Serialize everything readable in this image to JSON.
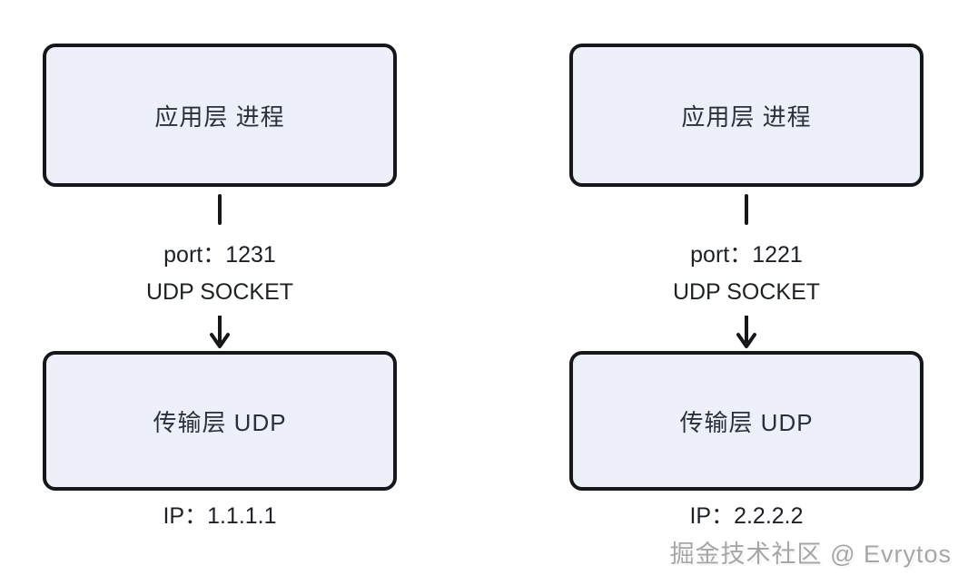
{
  "diagram": {
    "title_hint": "UDP socket communication between two hosts",
    "columns": [
      {
        "id": "host-1",
        "app_label": "应用层 进程",
        "port_label": "port：1231",
        "socket_label": "UDP SOCKET",
        "transport_label": "传输层 UDP",
        "ip_label": "IP：1.1.1.1"
      },
      {
        "id": "host-2",
        "app_label": "应用层 进程",
        "port_label": "port：1221",
        "socket_label": "UDP SOCKET",
        "transport_label": "传输层 UDP",
        "ip_label": "IP：2.2.2.2"
      }
    ],
    "watermark": "掘金技术社区 @ Evrytos",
    "colors": {
      "box_fill": "#edf0f9",
      "box_border": "#15171a",
      "box_text": "#2a2f3a",
      "label_text": "#1d2127",
      "watermark_text": "#a6a6a6",
      "background": "#ffffff"
    }
  }
}
